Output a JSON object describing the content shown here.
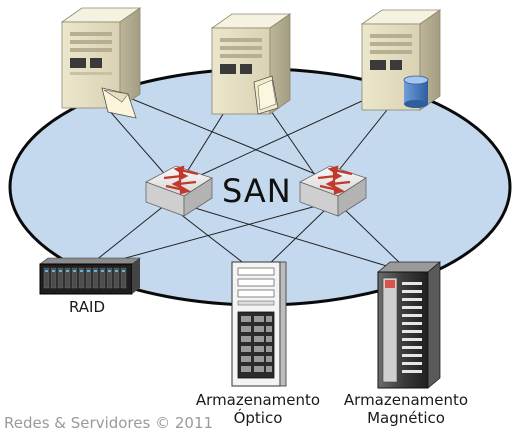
{
  "network": {
    "label": "SAN",
    "ellipse_fill": "#c5d9ee",
    "line_color": "#222222"
  },
  "devices": {
    "raid_label": "RAID",
    "optical_label_line1": "Armazenamento",
    "optical_label_line2": "Óptico",
    "magnetic_label_line1": "Armazenamento",
    "magnetic_label_line2": "Magnético"
  },
  "footer": {
    "copyright": "Redes & Servidores © 2011"
  },
  "colors": {
    "server_body": "#f1ecd6",
    "server_side": "#c9c3a6",
    "switch_body": "#eeeeee",
    "switch_arrow": "#c0392b",
    "tape_accent": "#d9534f",
    "disk_blue": "#3b6fb6"
  }
}
